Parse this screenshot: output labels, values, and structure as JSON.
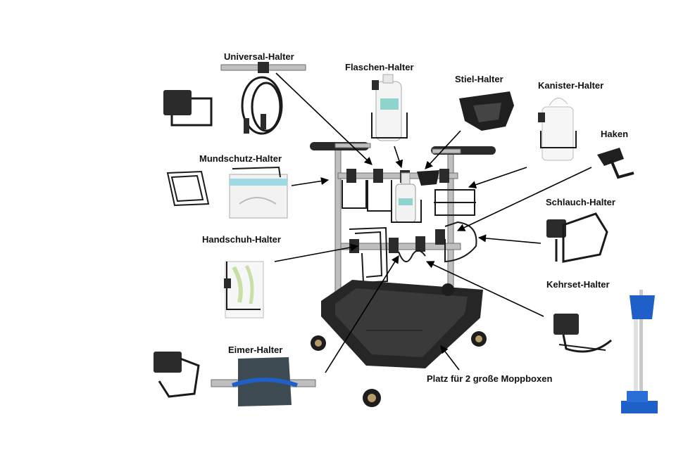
{
  "labels": {
    "universal": "Universal-Halter",
    "flaschen": "Flaschen-Halter",
    "stiel": "Stiel-Halter",
    "kanister": "Kanister-Halter",
    "haken": "Haken",
    "mundschutz": "Mundschutz-Halter",
    "schlauch": "Schlauch-Halter",
    "handschuh": "Handschuh-Halter",
    "kehrset": "Kehrset-Halter",
    "eimer": "Eimer-Halter",
    "platz": "Platz für 2 große Moppboxen"
  },
  "colors": {
    "frame": "#1f1f1f",
    "steel": "#bfbfbf",
    "blue_accent": "#1f5fc8",
    "bucket": "#3e4a52"
  }
}
